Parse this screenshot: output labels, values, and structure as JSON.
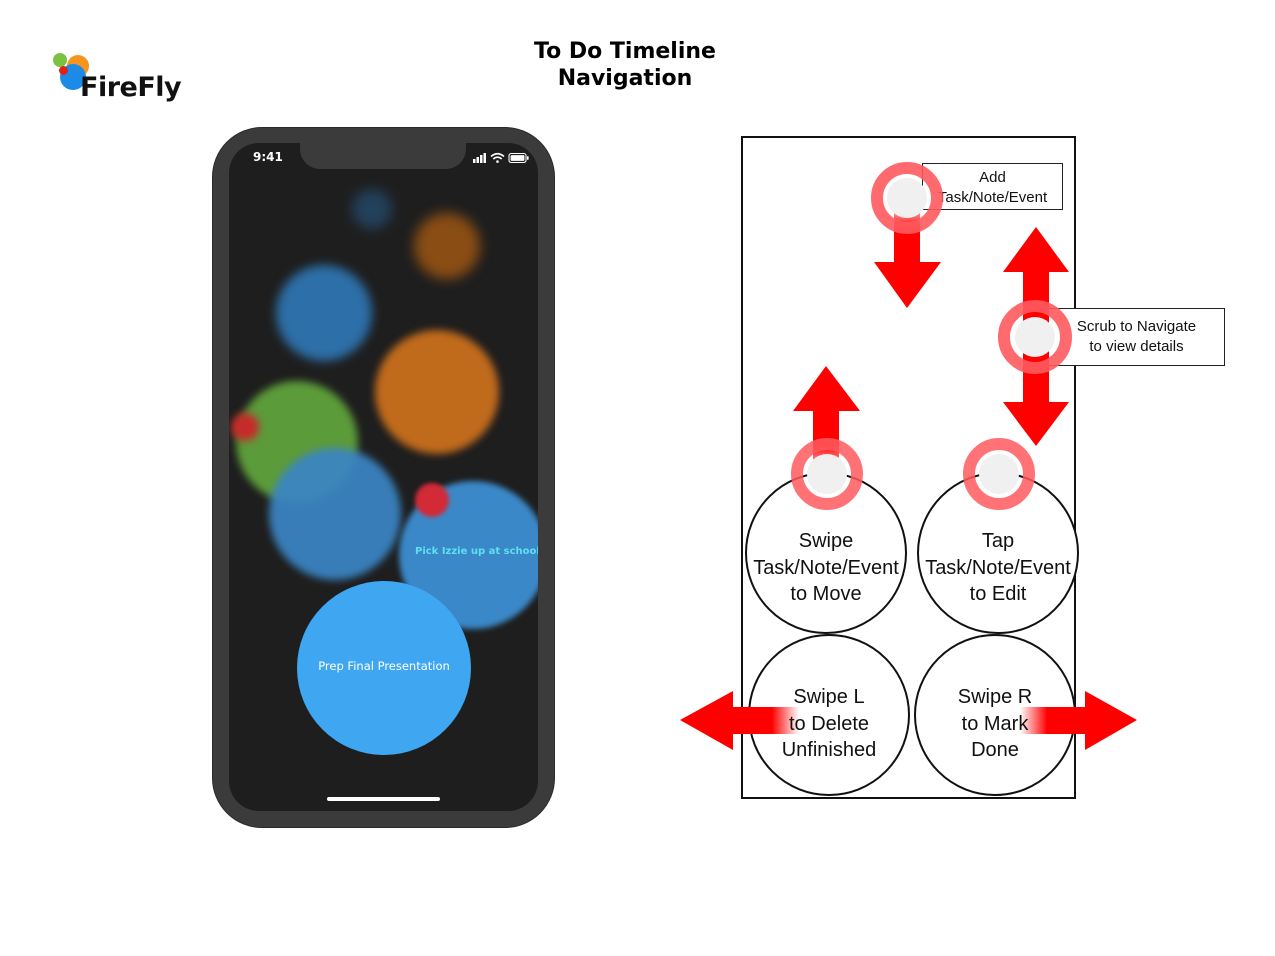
{
  "header": {
    "brand": "FireFly",
    "title_line1": "To Do Timeline",
    "title_line2": "Navigation"
  },
  "colors": {
    "accent_red": "#ff0000",
    "bubble_blue": "#3fa7f2",
    "phone_body": "#3b3b3b",
    "screen_bg": "#1e1e1e",
    "logo_green": "#7cc242",
    "logo_orange": "#f7941d",
    "logo_red": "#e0211a",
    "logo_blue": "#1c8be8"
  },
  "phone": {
    "time": "9:41",
    "status_icons": [
      "signal-icon",
      "wifi-icon",
      "battery-icon"
    ],
    "bubbles": {
      "secondary_task": "Pick Izzie up at school",
      "primary_task": "Prep Final Presentation"
    }
  },
  "diagram": {
    "callouts": {
      "add_line1": "Add",
      "add_line2": "Task/Note/Event",
      "scrub_line1": "Scrub to Navigate",
      "scrub_line2": "to view details"
    },
    "gestures": {
      "move": [
        "Swipe",
        "Task/Note/Event",
        "to Move"
      ],
      "edit": [
        "Tap",
        "Task/Note/Event",
        "to Edit"
      ],
      "delete": [
        "Swipe L",
        "to Delete",
        "Unfinished"
      ],
      "done": [
        "Swipe R",
        "to Mark",
        "Done"
      ]
    }
  }
}
